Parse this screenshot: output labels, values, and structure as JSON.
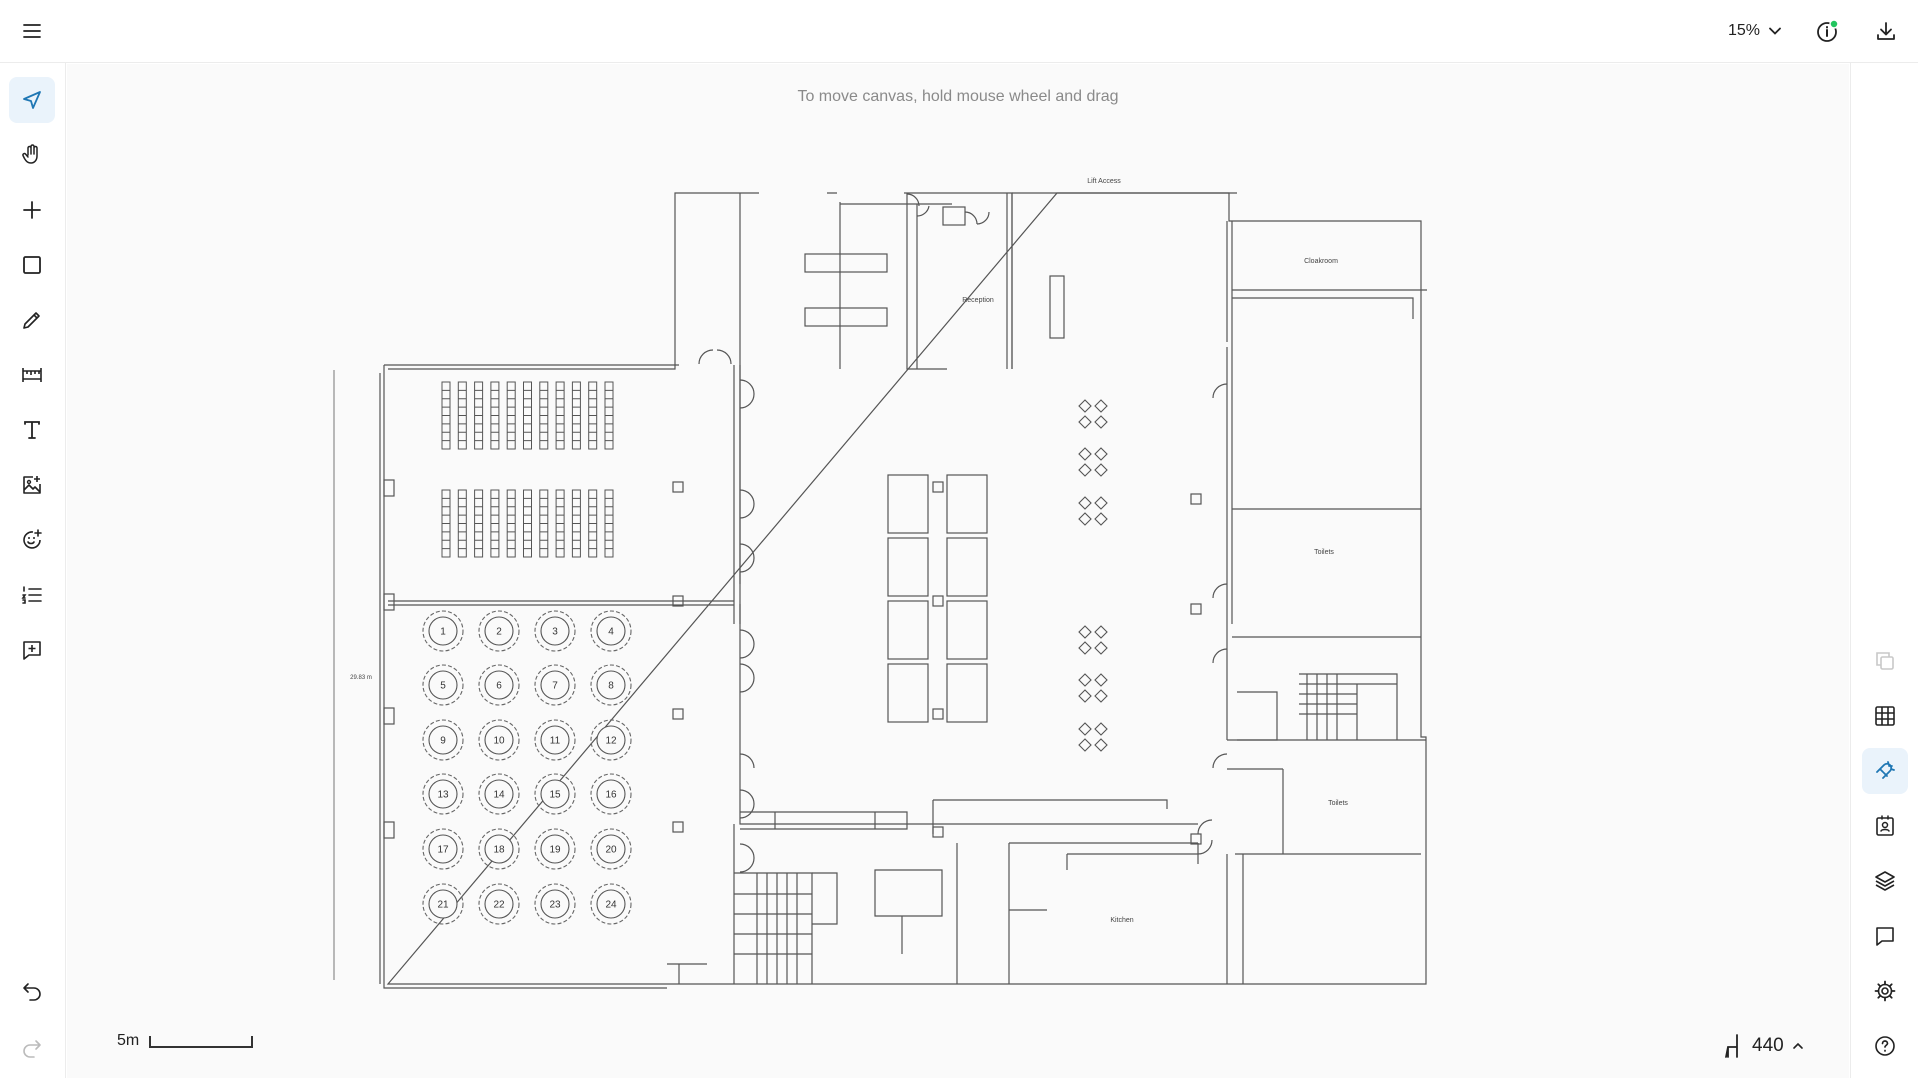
{
  "header": {
    "zoom_label": "15%",
    "icons": {
      "menu": "hamburger-menu-icon",
      "zoom_dropdown": "chevron-down-icon",
      "status": "info-icon",
      "download": "download-icon"
    },
    "status_color": "#22c55e"
  },
  "left_toolbar": {
    "tools": [
      {
        "name": "select",
        "icon": "navigation-arrow-icon",
        "active": true
      },
      {
        "name": "pan",
        "icon": "hand-icon",
        "active": false
      },
      {
        "name": "add",
        "icon": "plus-icon",
        "active": false
      },
      {
        "name": "rectangle",
        "icon": "square-icon",
        "active": false
      },
      {
        "name": "pencil",
        "icon": "pencil-icon",
        "active": false
      },
      {
        "name": "measure",
        "icon": "ruler-icon",
        "active": false
      },
      {
        "name": "text",
        "icon": "text-icon",
        "active": false
      },
      {
        "name": "image",
        "icon": "image-add-icon",
        "active": false
      },
      {
        "name": "emoji",
        "icon": "smiley-add-icon",
        "active": false
      },
      {
        "name": "numbered-list",
        "icon": "numbered-list-icon",
        "active": false
      },
      {
        "name": "comment",
        "icon": "comment-add-icon",
        "active": false
      }
    ],
    "undo_icon": "undo-icon",
    "redo_icon": "redo-icon"
  },
  "right_toolbar": {
    "tools": [
      {
        "name": "duplicate",
        "icon": "copy-icon",
        "active": false,
        "disabled": true
      },
      {
        "name": "grid",
        "icon": "grid-icon",
        "active": false
      },
      {
        "name": "snap",
        "icon": "magnet-icon",
        "active": true
      },
      {
        "name": "contacts",
        "icon": "id-card-icon",
        "active": false
      },
      {
        "name": "layers",
        "icon": "layers-icon",
        "active": false
      },
      {
        "name": "comments",
        "icon": "chat-icon",
        "active": false
      },
      {
        "name": "settings",
        "icon": "gear-icon",
        "active": false
      },
      {
        "name": "help",
        "icon": "help-icon",
        "active": false
      }
    ]
  },
  "canvas": {
    "hint": "To move canvas, hold mouse wheel and drag",
    "accent_color": "#1f77b4",
    "scale": {
      "label": "5m"
    },
    "seat_count": {
      "icon": "chair-icon",
      "value": "440",
      "toggle_icon": "chevron-up-icon"
    },
    "floorplan": {
      "rooms": {
        "lift_access": "Lift Access",
        "cloakroom": "Cloakroom",
        "reception": "Reception",
        "toilets_upper": "Toilets",
        "toilets_lower": "Toilets",
        "kitchen": "Kitchen"
      },
      "dimension_label": "29.83 m",
      "table_numbers": [
        "1",
        "2",
        "3",
        "4",
        "5",
        "6",
        "7",
        "8",
        "9",
        "10",
        "11",
        "12",
        "13",
        "14",
        "15",
        "16",
        "17",
        "18",
        "19",
        "20",
        "21",
        "22",
        "23",
        "24"
      ]
    }
  }
}
